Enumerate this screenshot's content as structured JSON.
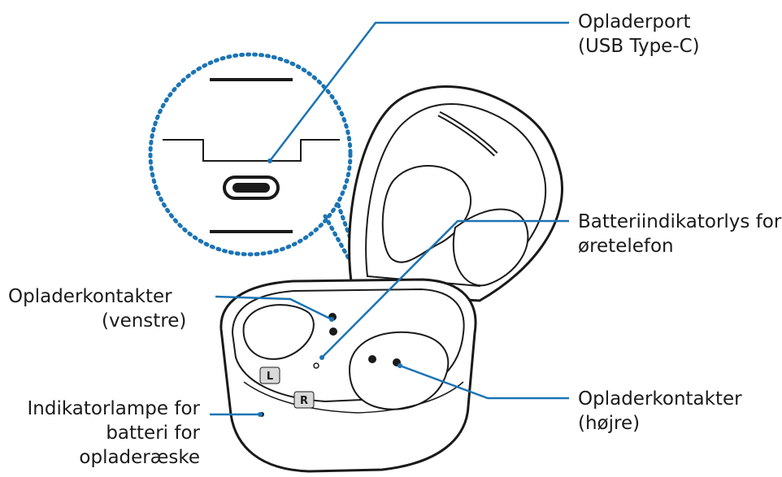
{
  "labels": {
    "charging_port": {
      "line1": "Opladerport",
      "line2": "(USB Type-C)"
    },
    "earbud_indicator": {
      "line1": "Batteriindikatorlys for",
      "line2": "øretelefon"
    },
    "contacts_left": {
      "line1": "Opladerkontakter",
      "line2": "(venstre)"
    },
    "contacts_right": {
      "line1": "Opladerkontakter",
      "line2": "(højre)"
    },
    "case_indicator": {
      "line1": "Indikatorlampe for",
      "line2": "batteri for",
      "line3": "opladeræske"
    }
  },
  "slot_marks": {
    "left": "L",
    "right": "R"
  },
  "colors": {
    "callout": "#1b74b4",
    "outline": "#1a1a1a",
    "case_fill": "#ffffff",
    "mark_fill": "#d9d9d9"
  }
}
